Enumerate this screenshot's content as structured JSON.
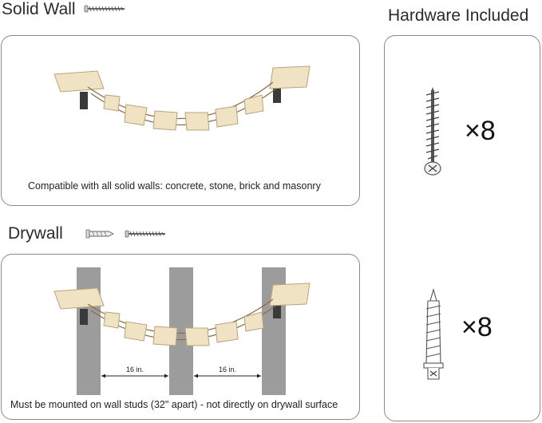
{
  "solid_wall": {
    "heading": "Solid Wall",
    "caption": "Compatible with all solid walls: concrete, stone, brick and masonry",
    "icon": "screw-icon"
  },
  "drywall": {
    "heading": "Drywall",
    "caption": "Must be mounted on wall studs (32\" apart) - not directly on drywall surface",
    "stud_spacing_left": "16 in.",
    "stud_spacing_right": "16 in.",
    "icons": [
      "wall-anchor-icon",
      "screw-icon"
    ]
  },
  "hardware": {
    "heading": "Hardware Included",
    "screws_count": "×8",
    "anchors_count": "×8",
    "icons": [
      "screw-icon",
      "wall-anchor-icon"
    ]
  },
  "colors": {
    "panel_border": "#8a8a8a",
    "stud": "#9c9c9c",
    "wood": "#efe3c4",
    "bracket": "#3a3a3a"
  }
}
